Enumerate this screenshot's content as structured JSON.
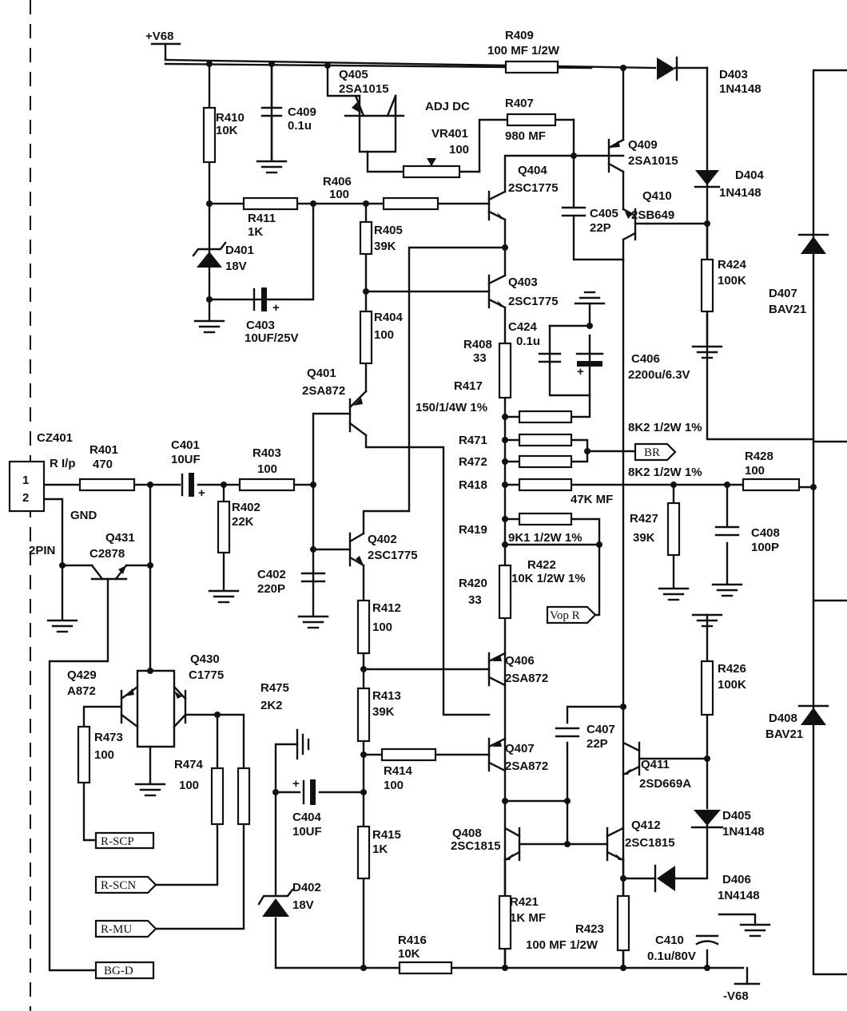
{
  "rails": {
    "pos": "+V68",
    "neg": "-V68"
  },
  "connector": {
    "ref": "CZ401",
    "signal": "R I/p",
    "gnd": "GND",
    "type": "2PIN",
    "pin1": "1",
    "pin2": "2"
  },
  "resistors": [
    {
      "ref": "R409",
      "value": "100 MF 1/2W"
    },
    {
      "ref": "R410",
      "value": "10K"
    },
    {
      "ref": "R407",
      "value": "980 MF"
    },
    {
      "ref": "R406",
      "value": "100"
    },
    {
      "ref": "R411",
      "value": "1K"
    },
    {
      "ref": "R405",
      "value": "39K"
    },
    {
      "ref": "R404",
      "value": "100"
    },
    {
      "ref": "R408",
      "value": "33"
    },
    {
      "ref": "R417",
      "value": "150/1/4W 1%"
    },
    {
      "ref": "R471",
      "value": "8K2 1/2W 1%"
    },
    {
      "ref": "R472",
      "value": ""
    },
    {
      "ref": "R418",
      "value": "8K2 1/2W 1%"
    },
    {
      "ref": "R428",
      "value": "100"
    },
    {
      "ref": "R401",
      "value": "470"
    },
    {
      "ref": "R403",
      "value": "100"
    },
    {
      "ref": "R402",
      "value": "22K"
    },
    {
      "ref": "R419",
      "value": "9K1 1/2W 1%"
    },
    {
      "ref": "R422",
      "value": "10K 1/2W 1%"
    },
    {
      "ref": "R420",
      "value": "33"
    },
    {
      "ref": "R427",
      "value": "39K"
    },
    {
      "ref": "R424",
      "value": "100K"
    },
    {
      "ref": "R412",
      "value": "100"
    },
    {
      "ref": "R413",
      "value": "39K"
    },
    {
      "ref": "R414",
      "value": "100"
    },
    {
      "ref": "R415",
      "value": "1K"
    },
    {
      "ref": "R416",
      "value": "10K"
    },
    {
      "ref": "R421",
      "value": "1K MF"
    },
    {
      "ref": "R423",
      "value": "100 MF 1/2W"
    },
    {
      "ref": "R426",
      "value": "100K"
    },
    {
      "ref": "R473",
      "value": "100"
    },
    {
      "ref": "R474",
      "value": "100"
    },
    {
      "ref": "R475",
      "value": "2K2"
    }
  ],
  "feedback_note": "47K MF",
  "capacitors": [
    {
      "ref": "C409",
      "value": "0.1u"
    },
    {
      "ref": "C403",
      "value": "10UF/25V"
    },
    {
      "ref": "C405",
      "value": "22P"
    },
    {
      "ref": "C424",
      "value": "0.1u"
    },
    {
      "ref": "C406",
      "value": "2200u/6.3V"
    },
    {
      "ref": "C401",
      "value": "10UF"
    },
    {
      "ref": "C402",
      "value": "220P"
    },
    {
      "ref": "C408",
      "value": "100P"
    },
    {
      "ref": "C407",
      "value": "22P"
    },
    {
      "ref": "C404",
      "value": "10UF"
    },
    {
      "ref": "C410",
      "value": "0.1u/80V"
    }
  ],
  "transistors": [
    {
      "ref": "Q405",
      "part": "2SA1015"
    },
    {
      "ref": "Q409",
      "part": "2SA1015"
    },
    {
      "ref": "Q404",
      "part": "2SC1775"
    },
    {
      "ref": "Q410",
      "part": "2SB649"
    },
    {
      "ref": "Q403",
      "part": "2SC1775"
    },
    {
      "ref": "Q401",
      "part": "2SA872"
    },
    {
      "ref": "Q402",
      "part": "2SC1775"
    },
    {
      "ref": "Q431",
      "part": "C2878"
    },
    {
      "ref": "Q429",
      "part": "A872"
    },
    {
      "ref": "Q430",
      "part": "C1775"
    },
    {
      "ref": "Q406",
      "part": "2SA872"
    },
    {
      "ref": "Q407",
      "part": "2SA872"
    },
    {
      "ref": "Q411",
      "part": "2SD669A"
    },
    {
      "ref": "Q408",
      "part": "2SC1815"
    },
    {
      "ref": "Q412",
      "part": "2SC1815"
    }
  ],
  "diodes": [
    {
      "ref": "D403",
      "part": "1N4148"
    },
    {
      "ref": "D404",
      "part": "1N4148"
    },
    {
      "ref": "D401",
      "part": "18V"
    },
    {
      "ref": "D407",
      "part": "BAV21"
    },
    {
      "ref": "D408",
      "part": "BAV21"
    },
    {
      "ref": "D405",
      "part": "1N4148"
    },
    {
      "ref": "D406",
      "part": "1N4148"
    },
    {
      "ref": "D402",
      "part": "18V"
    }
  ],
  "trimmer": {
    "ref": "VR401",
    "value": "100",
    "label": "ADJ DC"
  },
  "tags": [
    "BR",
    "Vop R",
    "R-SCP",
    "R-SCN",
    "R-MU",
    "BG-D"
  ]
}
